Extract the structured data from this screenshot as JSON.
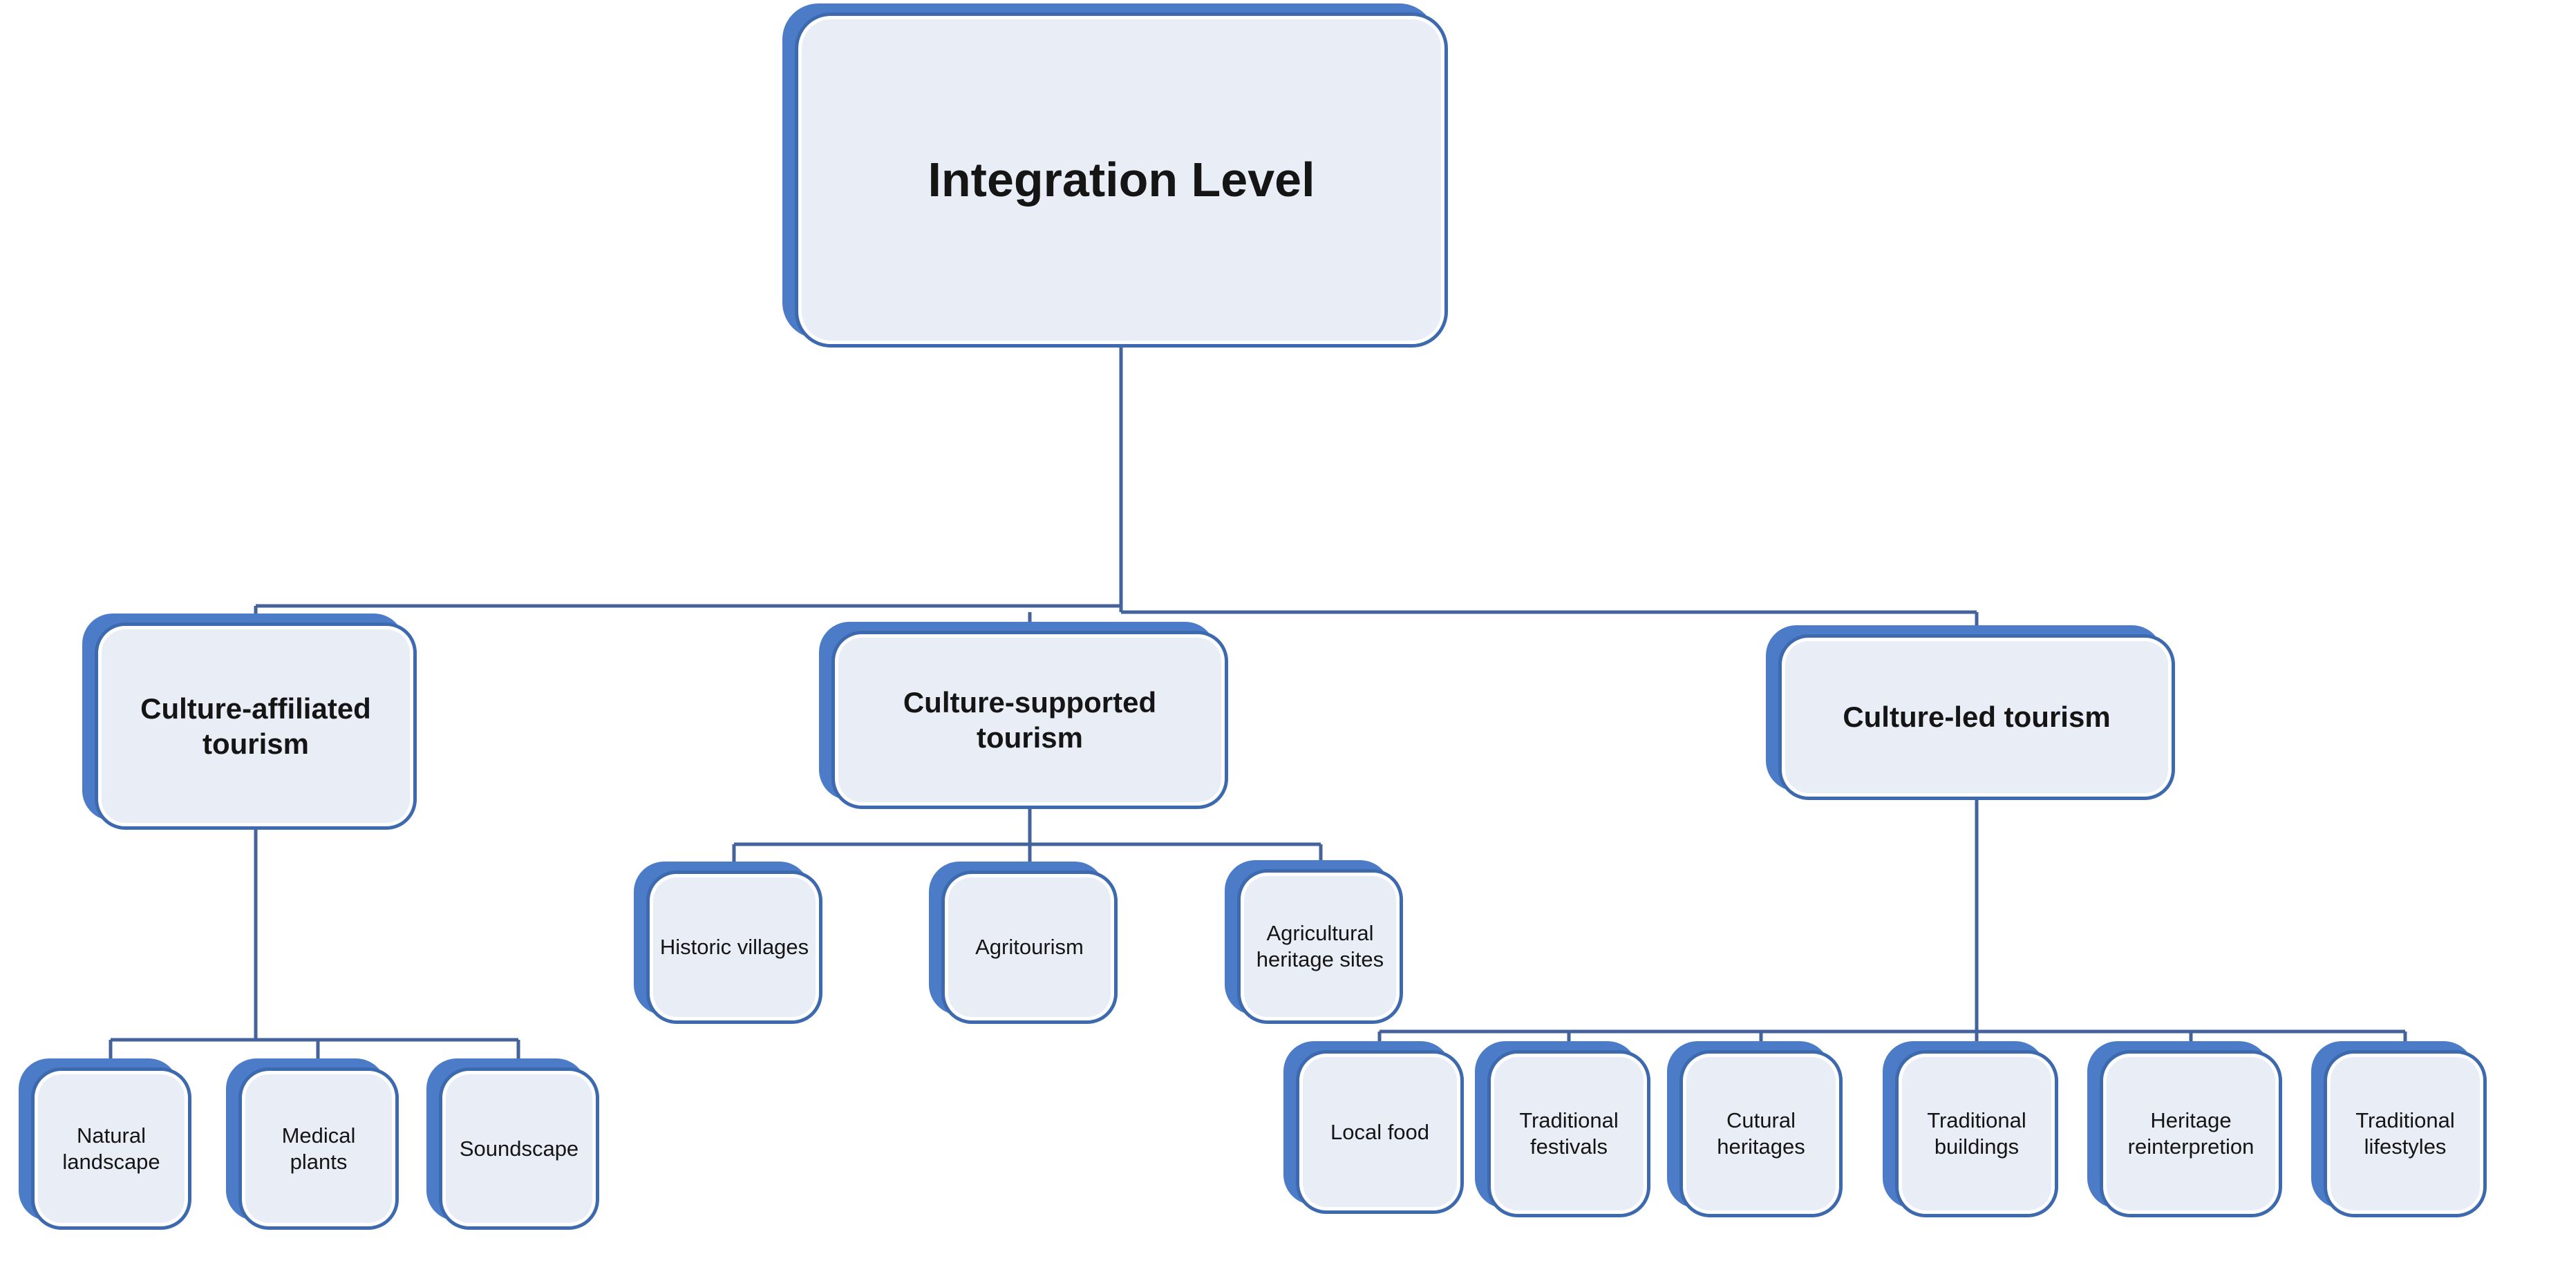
{
  "diagram": {
    "type": "hierarchy-org-chart",
    "colors": {
      "node_fill": "#E9EDF6",
      "node_border": "#3D69AE",
      "node_shadow": "#4C7CC8",
      "connector": "#44639B",
      "text": "#151515",
      "background": "#FFFFFF"
    },
    "root": {
      "label": "Integration Level",
      "children": [
        {
          "label": "Culture-affiliated tourism",
          "children": [
            {
              "label": "Natural landscape"
            },
            {
              "label": "Medical plants"
            },
            {
              "label": "Soundscape"
            }
          ]
        },
        {
          "label": "Culture-supported tourism",
          "children": [
            {
              "label": "Historic villages"
            },
            {
              "label": "Agritourism"
            },
            {
              "label": "Agricultural heritage sites"
            }
          ]
        },
        {
          "label": "Culture-led tourism",
          "children": [
            {
              "label": "Local food"
            },
            {
              "label": "Traditional festivals"
            },
            {
              "label": "Cutural heritages"
            },
            {
              "label": "Traditional buildings"
            },
            {
              "label": "Heritage reinterpretion"
            },
            {
              "label": "Traditional lifestyles"
            }
          ]
        }
      ]
    }
  }
}
